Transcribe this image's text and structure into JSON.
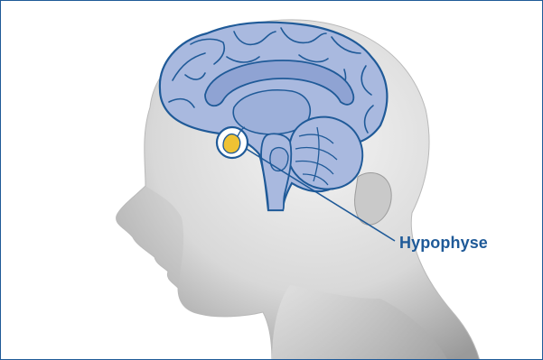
{
  "annotation": {
    "label": "Hypophyse"
  },
  "colors": {
    "frame": "#1f5a98",
    "outline": "#1f5a98",
    "brain_fill": "#a9b9df",
    "brain_inner": "#8fa3d3",
    "skin_light": "#f1f1f1",
    "skin_mid": "#cfcfcf",
    "skin_dark": "#8f8f8f",
    "pituitary": "#efc233",
    "label_text": "#1f5a98"
  },
  "icons": {
    "head": "human-head-profile",
    "brain": "brain-sagittal-section"
  }
}
